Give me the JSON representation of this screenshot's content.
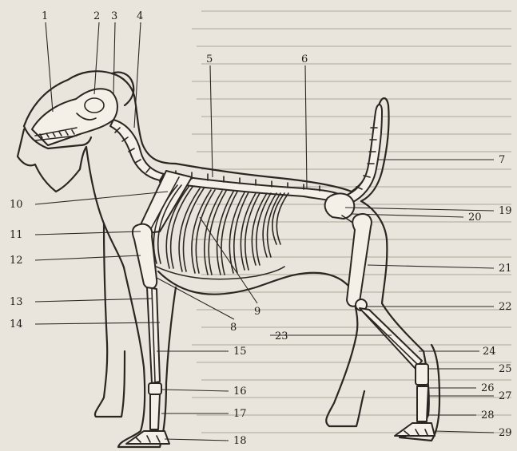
{
  "figure": {
    "labels": [
      {
        "id": 1,
        "text": "1"
      },
      {
        "id": 2,
        "text": "2"
      },
      {
        "id": 3,
        "text": "3"
      },
      {
        "id": 4,
        "text": "4"
      },
      {
        "id": 5,
        "text": "5"
      },
      {
        "id": 6,
        "text": "6"
      },
      {
        "id": 7,
        "text": "7"
      },
      {
        "id": 8,
        "text": "8"
      },
      {
        "id": 9,
        "text": "9"
      },
      {
        "id": 10,
        "text": "10"
      },
      {
        "id": 11,
        "text": "11"
      },
      {
        "id": 12,
        "text": "12"
      },
      {
        "id": 13,
        "text": "13"
      },
      {
        "id": 14,
        "text": "14"
      },
      {
        "id": 15,
        "text": "15"
      },
      {
        "id": 16,
        "text": "16"
      },
      {
        "id": 17,
        "text": "17"
      },
      {
        "id": 18,
        "text": "18"
      },
      {
        "id": 19,
        "text": "19"
      },
      {
        "id": 20,
        "text": "20"
      },
      {
        "id": 21,
        "text": "21"
      },
      {
        "id": 22,
        "text": "22"
      },
      {
        "id": 23,
        "text": "23"
      },
      {
        "id": 24,
        "text": "24"
      },
      {
        "id": 25,
        "text": "25"
      },
      {
        "id": 26,
        "text": "26"
      },
      {
        "id": 27,
        "text": "27"
      },
      {
        "id": 28,
        "text": "28"
      },
      {
        "id": 29,
        "text": "29"
      }
    ]
  }
}
